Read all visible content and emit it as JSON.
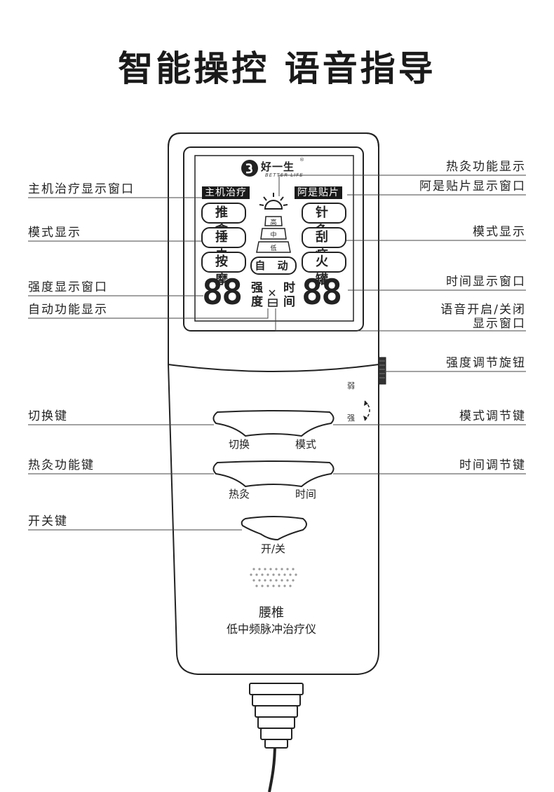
{
  "title": "智能操控 语音指导",
  "brand": {
    "name": "好一生",
    "sub": "BETTER LIFE",
    "mark": "®"
  },
  "lcd": {
    "tag_left": "主机治疗",
    "tag_right": "阿是贴片",
    "buttons_left": [
      "推 拿",
      "捶 击",
      "按 摩"
    ],
    "buttons_right": [
      "针 灸",
      "刮 痧",
      "火 罐"
    ],
    "auto": "自 动",
    "levels": [
      "高",
      "中",
      "低"
    ],
    "intensity_label": [
      "强",
      "度"
    ],
    "time_label": [
      "时",
      "间"
    ],
    "intensity_digits": "88",
    "time_digits": "88"
  },
  "labels_left": [
    "主机治疗显示窗口",
    "模式显示",
    "强度显示窗口",
    "自动功能显示",
    "切换键",
    "热灸功能键",
    "开关键"
  ],
  "labels_right": [
    "热灸功能显示",
    "阿是贴片显示窗口",
    "模式显示",
    "时间显示窗口",
    "语音开启/关闭",
    "显示窗口",
    "强度调节旋钮",
    "模式调节键",
    "时间调节键"
  ],
  "knob": {
    "weak": "弱",
    "strong": "强"
  },
  "keys": {
    "row1": [
      "切换",
      "模式"
    ],
    "row2": [
      "热灸",
      "时间"
    ],
    "power": "开/关"
  },
  "product": {
    "line1": "腰椎",
    "line2": "低中频脉冲治疗仪"
  }
}
